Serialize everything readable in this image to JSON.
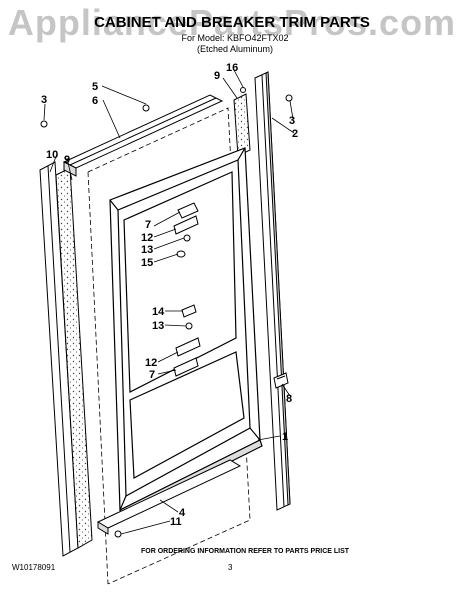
{
  "watermark": "AppliancePartsPros.com",
  "title": "CABINET AND BREAKER TRIM PARTS",
  "subtitle": {
    "line1": "For Model: KBFO42FTX02",
    "line2": "(Etched Aluminum)"
  },
  "callouts": {
    "c1": "1",
    "c2": "2",
    "c3a": "3",
    "c3b": "3",
    "c4": "4",
    "c5": "5",
    "c6": "6",
    "c7a": "7",
    "c7b": "7",
    "c8": "8",
    "c9a": "9",
    "c9b": "9",
    "c10": "10",
    "c11": "11",
    "c12a": "12",
    "c12b": "12",
    "c13a": "13",
    "c13b": "13",
    "c14": "14",
    "c15": "15",
    "c16": "16"
  },
  "footer": {
    "note": "FOR ORDERING INFORMATION REFER TO PARTS PRICE LIST",
    "doc_number": "W10178091",
    "page_number": "3"
  }
}
